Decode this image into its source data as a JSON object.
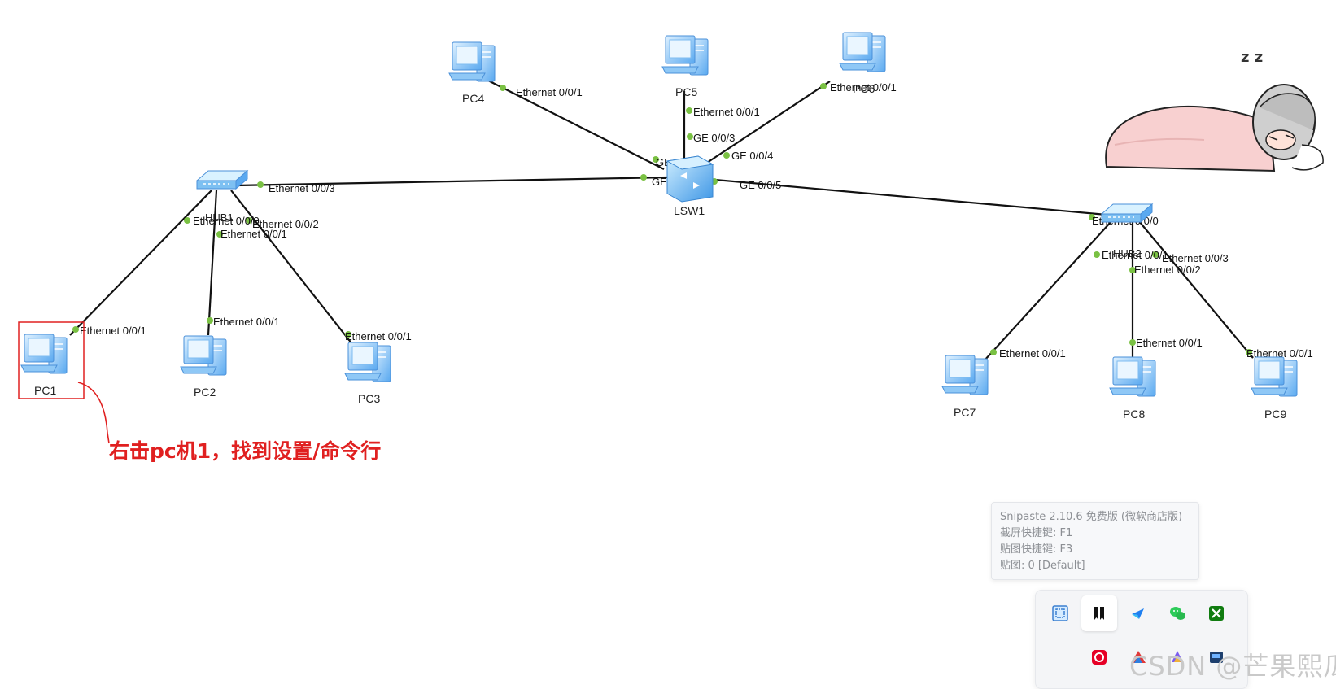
{
  "devices": {
    "pc1": "PC1",
    "pc2": "PC2",
    "pc3": "PC3",
    "pc4": "PC4",
    "pc5": "PC5",
    "pc6": "PC6",
    "pc7": "PC7",
    "pc8": "PC8",
    "pc9": "PC9",
    "lsw1": "LSW1",
    "hub1": "HUB1",
    "hub2": "HUB2"
  },
  "ports": {
    "pc1_eth": "Ethernet 0/0/1",
    "pc2_eth": "Ethernet 0/0/1",
    "pc3_eth": "Ethernet 0/0/1",
    "pc4_eth": "Ethernet 0/0/1",
    "pc5_eth": "Ethernet 0/0/1",
    "pc6_eth": "Ethernet 0/0/1",
    "pc7_eth": "Ethernet 0/0/1",
    "pc8_eth": "Ethernet 0/0/1",
    "pc9_eth": "Ethernet 0/0/1",
    "hub1_e0": "Ethernet 0/0/0",
    "hub1_e1": "Ethernet 0/0/1",
    "hub1_e2": "Ethernet 0/0/2",
    "hub1_e3": "Ethernet 0/0/3",
    "hub2_e0": "Ethernet 0/0/0",
    "hub2_e1": "Ethernet 0/0/1",
    "hub2_e2": "Ethernet 0/0/2",
    "hub2_e3": "Ethernet 0/0/3",
    "lsw_ge1": "GE 0/0/1",
    "lsw_ge2": "GE 0/0/2",
    "lsw_ge3": "GE 0/0/3",
    "lsw_ge4": "GE 0/0/4",
    "lsw_ge5": "GE 0/0/5"
  },
  "annotation": {
    "text": "右击pc机1，找到设置/命令行",
    "color": "#e02020"
  },
  "snipaste_tooltip": {
    "line1": "Snipaste 2.10.6 免费版 (微软商店版)",
    "line2": "截屏快捷键: F1",
    "line3": "贴图快捷键: F3",
    "line4": "贴图: 0 [Default]"
  },
  "tray_icons": [
    "snipaste-icon",
    "bookmark-app-icon",
    "feishu-icon",
    "wechat-icon",
    "xbox-icon",
    "netease-music-icon",
    "office-icon",
    "color-app-icon",
    "device-app-icon"
  ],
  "watermark": "CSDN @芒果熙瓜",
  "sticker_text": "z z",
  "colors": {
    "link": "#111111",
    "port_dot": "#7ac143",
    "pc_blue": "#5aa9f0",
    "annotation_red": "#e02020"
  }
}
